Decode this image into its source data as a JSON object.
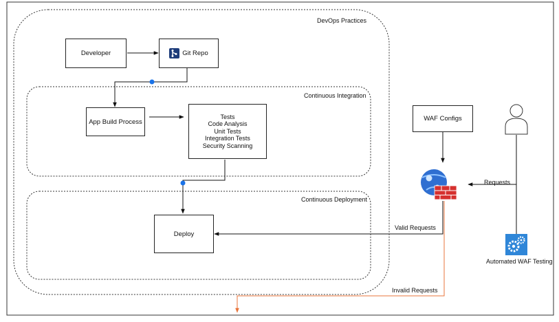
{
  "groups": {
    "devops": "DevOps Practices",
    "ci": "Continuous Integration",
    "cd": "Continuous Deployment"
  },
  "nodes": {
    "developer": "Developer",
    "git_repo": "Git Repo",
    "app_build": "App Build Process",
    "tests": [
      "Tests",
      "Code Analysis",
      "Unit Tests",
      "Integration Tests",
      "Security Scanning"
    ],
    "deploy": "Deploy",
    "waf_configs": "WAF Configs",
    "automated_waf_testing": "Automated WAF Testing"
  },
  "edges": {
    "requests": "Requests",
    "valid_requests": "Valid Requests",
    "invalid_requests": "Invalid Requests"
  },
  "colors": {
    "invalid_path": "#e8743b",
    "connector_dot": "#1a73e8",
    "git_icon": "#1d3c7a",
    "waf_globe": "#2f6fd1",
    "waf_wall": "#d6312f",
    "testing_icon": "#2f86d8"
  }
}
